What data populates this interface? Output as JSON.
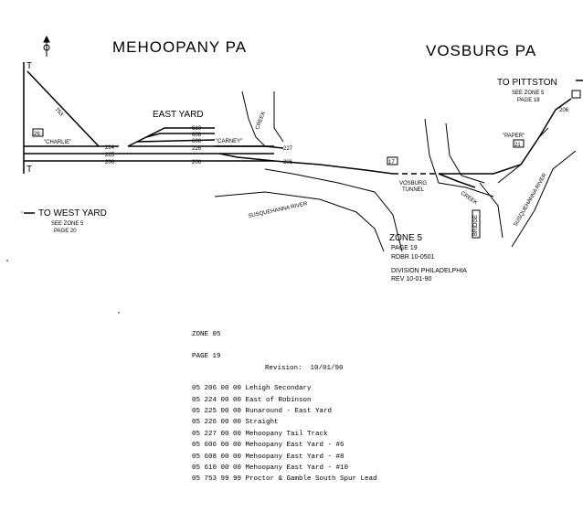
{
  "map": {
    "title_left": "MEHOOPANY PA",
    "title_right": "VOSBURG PA",
    "to_pittston": "TO PITTSTON",
    "see_zone_right": "SEE ZONE 5",
    "page_right": "PAGE 18",
    "to_west_yard": "TO WEST YARD",
    "see_zone_left": "SEE ZONE 5",
    "page_left": "PAGE 20",
    "east_yard": "EAST YARD",
    "creek_top": "CREEK",
    "creek_bottom": "CREEK",
    "susq_left": "SUSQUEHANNA RIVER",
    "susq_right": "SUSQUEHANNA RIVER",
    "vosburg_tunnel_1": "VOSBURG",
    "vosburg_tunnel_2": "TUNNEL",
    "quote_charlie": "\"CHARLIE\"",
    "quote_carney": "\"CARNEY\"",
    "quote_paper": "\"PAPER\"",
    "t_upper": "T",
    "t_lower": "T",
    "track_753": "753",
    "track_610": "610",
    "track_608": "608",
    "track_606": "606",
    "track_224": "224",
    "track_225": "225",
    "track_206": "206",
    "track_226": "226",
    "track_206b": "206",
    "track_227": "227",
    "track_206c": "206",
    "track_206d": "206",
    "sig_left": "26",
    "sig_mid": "17",
    "sig_right": "21",
    "bridge_label": "BRIDGE",
    "zone": "ZONE 5",
    "page": "PAGE   19",
    "rdbr": "RDBR   10-0501",
    "division": "DIVISION   PHILADELPHIA",
    "rev": "REV  10-01-90"
  },
  "listing": {
    "zone": "ZONE 05",
    "page": "PAGE 19",
    "revision": "Revision:  10/01/90",
    "rows": [
      "05 206 00 00 Lehigh Secondary",
      "05 224 00 00 East of Robinson",
      "05 225 00 00 Runaround - East Yard",
      "05 226 00 00 Straight",
      "05 227 00 00 Mehoopany Tail Track",
      "05 606 00 00 Mehoopany East Yard - #6",
      "05 608 00 00 Mehoopany East Yard - #8",
      "05 610 00 00 Mehoopany East Yard - #10",
      "05 753 99 99 Proctor & Gamble South Spur Lead"
    ]
  }
}
